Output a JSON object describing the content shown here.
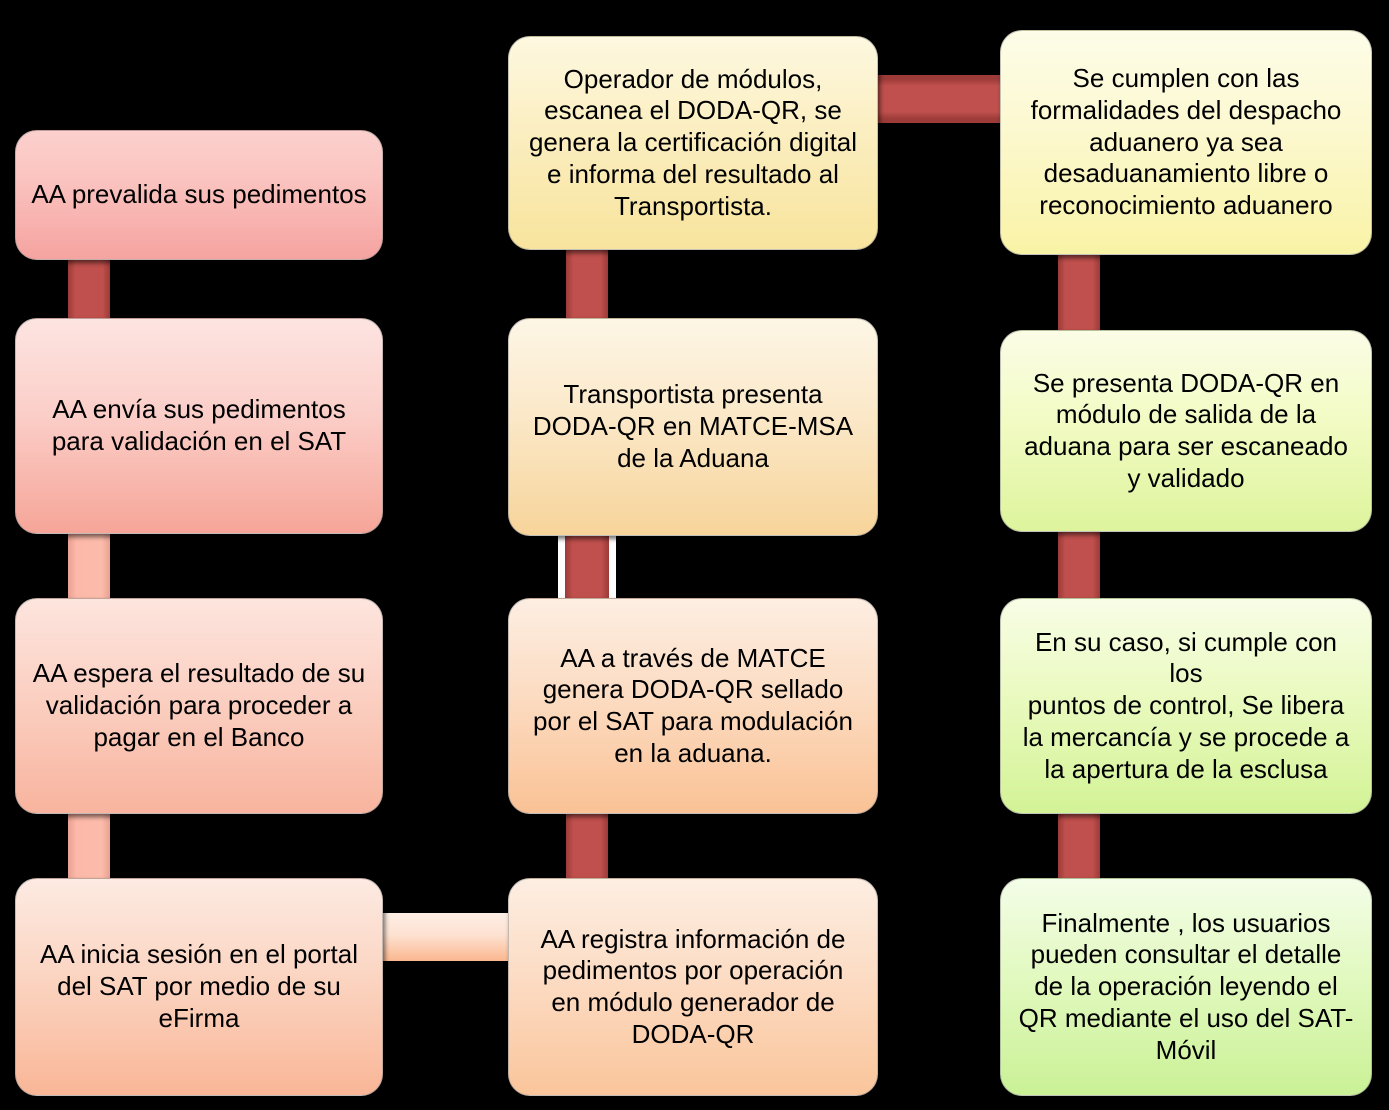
{
  "diagram": {
    "title": "Flujo DODA-QR SAT",
    "background_color": "#000000",
    "connector_colors": {
      "dark_red": "#c0504d",
      "dark_red_edge": "#9c3b38",
      "pink": "#fcbcab",
      "peach": "#fbb78f"
    },
    "columns": [
      {
        "name": "column-left",
        "nodes": [
          {
            "id": "node-l1",
            "text": "AA prevalida sus pedimentos",
            "fill": "#f5a3a0"
          },
          {
            "id": "node-l2",
            "text": "AA envía sus pedimentos\npara validación en el SAT",
            "fill": "#f6a598"
          },
          {
            "id": "node-l3",
            "text": "AA espera el resultado de su\nvalidación para proceder a\npagar en el Banco",
            "fill": "#f8b49e"
          },
          {
            "id": "node-l4",
            "text": "AA inicia sesión en el portal\ndel SAT por medio de su\neFirma",
            "fill": "#f9b697"
          }
        ]
      },
      {
        "name": "column-middle",
        "nodes": [
          {
            "id": "node-m1",
            "text": "Operador de módulos,\nescanea el DODA-QR, se\ngenera la certificación digital\ne informa del resultado al\nTransportista.",
            "fill": "#f8e49d"
          },
          {
            "id": "node-m2",
            "text": "Transportista presenta\nDODA-QR en MATCE-MSA\nde la Aduana",
            "fill": "#f7d49a"
          },
          {
            "id": "node-m3",
            "text": "AA a través de MATCE\ngenera DODA-QR sellado\npor el SAT para modulación\nen la aduana.",
            "fill": "#fac295"
          },
          {
            "id": "node-m4",
            "text": "AA registra información de\npedimentos por operación\nen módulo generador de\nDODA-QR",
            "fill": "#fac59b"
          }
        ]
      },
      {
        "name": "column-right",
        "nodes": [
          {
            "id": "node-r1",
            "text": "Se cumplen con las\nformalidades del despacho\naduanero ya sea\ndesaduanamiento libre o\nreconocimiento aduanero",
            "fill": "#f9f3a6"
          },
          {
            "id": "node-r2",
            "text": "Se presenta DODA-QR en\nmódulo de salida de la\naduana para ser escaneado\ny validado",
            "fill": "#ddf49c"
          },
          {
            "id": "node-r3",
            "text": "En su caso, si cumple con los\npuntos de control, Se libera\nla mercancía y se procede a\nla apertura de la esclusa",
            "fill": "#d3f396"
          },
          {
            "id": "node-r4",
            "text": "Finalmente , los usuarios\npueden consultar el detalle\nde la operación leyendo el\nQR mediante el uso del SAT-\nMóvil",
            "fill": "#caf196"
          }
        ]
      }
    ],
    "connectors": [
      {
        "id": "conn-l1-l2",
        "style": "dark-red",
        "orientation": "vertical"
      },
      {
        "id": "conn-l2-l3",
        "style": "pink",
        "orientation": "vertical"
      },
      {
        "id": "conn-l3-l4",
        "style": "pink",
        "orientation": "vertical"
      },
      {
        "id": "conn-l4-m4",
        "style": "peach",
        "orientation": "horizontal"
      },
      {
        "id": "conn-m4-m3",
        "style": "dark-red",
        "orientation": "vertical"
      },
      {
        "id": "conn-m3-m2",
        "style": "dark-red-white-edge",
        "orientation": "vertical"
      },
      {
        "id": "conn-m2-m1",
        "style": "dark-red",
        "orientation": "vertical"
      },
      {
        "id": "conn-m1-r1",
        "style": "dark-red",
        "orientation": "horizontal"
      },
      {
        "id": "conn-r1-r2",
        "style": "dark-red",
        "orientation": "vertical"
      },
      {
        "id": "conn-r2-r3",
        "style": "dark-red",
        "orientation": "vertical"
      },
      {
        "id": "conn-r3-r4",
        "style": "dark-red",
        "orientation": "vertical"
      }
    ]
  }
}
